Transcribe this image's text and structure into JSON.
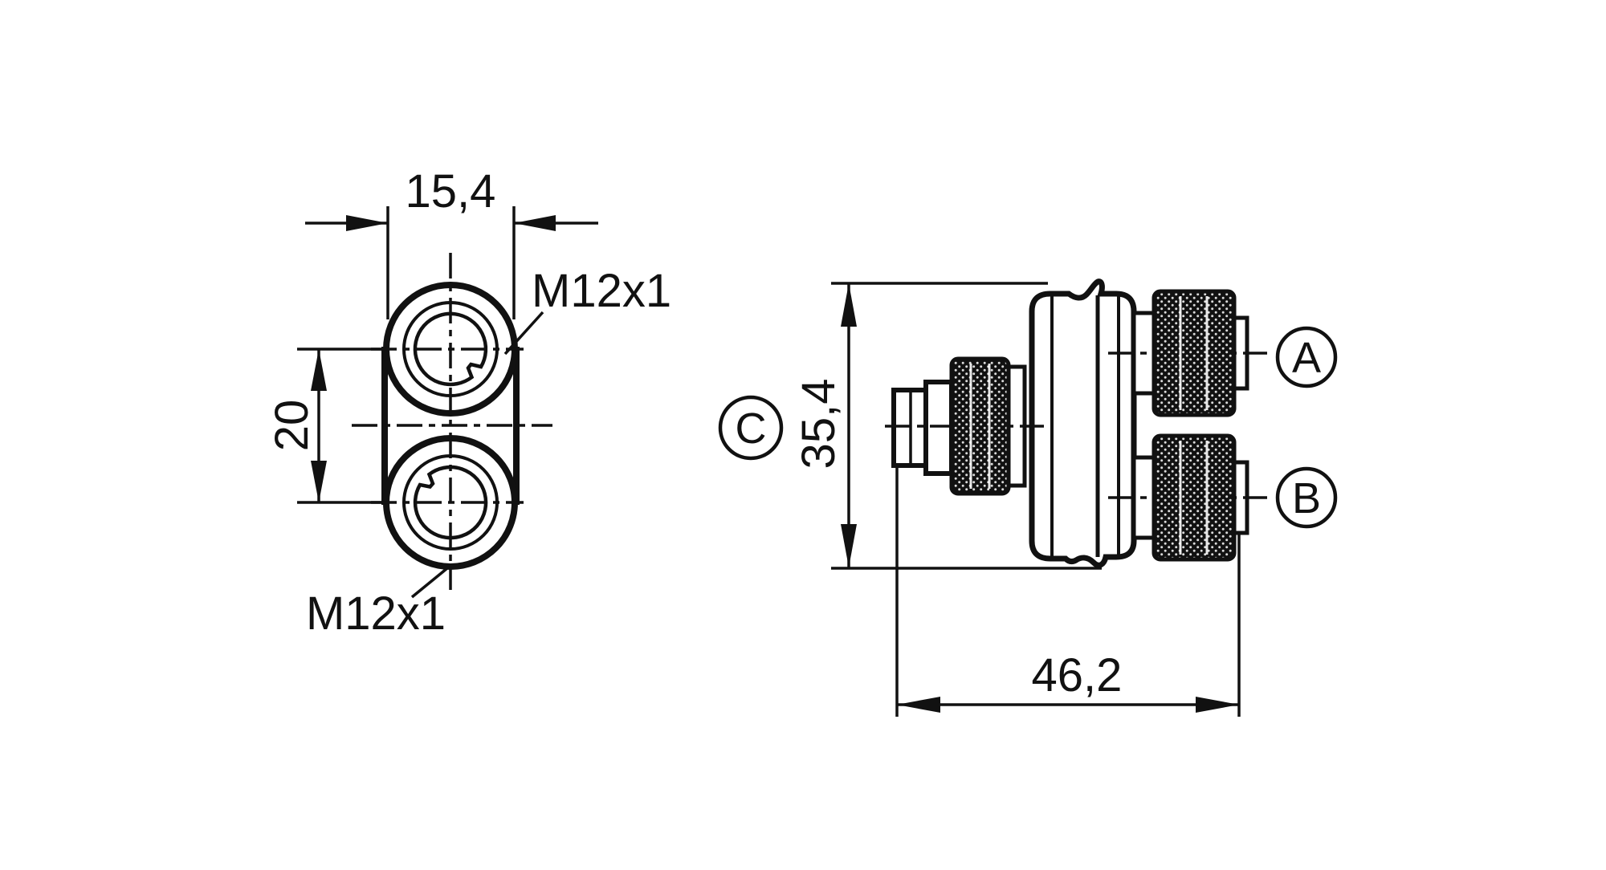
{
  "front_view": {
    "dim_width": "15,4",
    "dim_spacing": "20",
    "thread_label_top": "M12x1",
    "thread_label_bottom": "M12x1"
  },
  "side_view": {
    "dim_height": "35,4",
    "dim_length": "46,2",
    "port_label_a": "A",
    "port_label_b": "B",
    "port_label_c": "C"
  },
  "colors": {
    "line": "#111111",
    "background": "#ffffff"
  }
}
